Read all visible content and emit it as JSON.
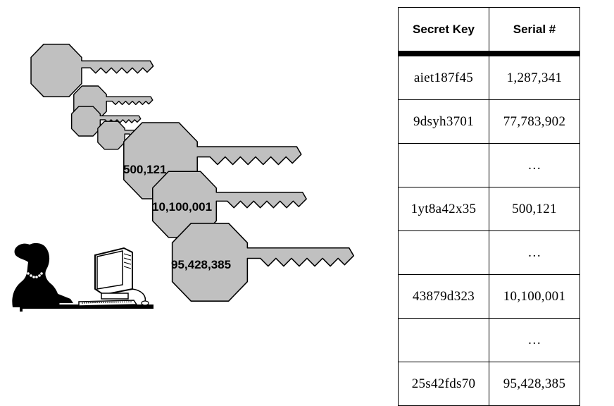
{
  "keys": [
    {
      "label": ""
    },
    {
      "label": ""
    },
    {
      "label": ""
    },
    {
      "label": ""
    },
    {
      "label": "500,121"
    },
    {
      "label": "10,100,001"
    },
    {
      "label": "95,428,385"
    }
  ],
  "table": {
    "headers": [
      "Secret Key",
      "Serial #"
    ],
    "rows": [
      {
        "key": "aiet187f45",
        "serial": "1,287,341"
      },
      {
        "key": "9dsyh3701",
        "serial": "77,783,902"
      },
      {
        "key": "",
        "serial": "…"
      },
      {
        "key": "1yt8a42x35",
        "serial": "500,121"
      },
      {
        "key": "",
        "serial": "…"
      },
      {
        "key": "43879d323",
        "serial": "10,100,001"
      },
      {
        "key": "",
        "serial": "…"
      },
      {
        "key": "25s42fds70",
        "serial": "95,428,385"
      }
    ]
  },
  "icons": [
    "user-at-computer-icon"
  ],
  "colors": {
    "key_fill": "#c0c0c0",
    "outline": "#000000"
  }
}
